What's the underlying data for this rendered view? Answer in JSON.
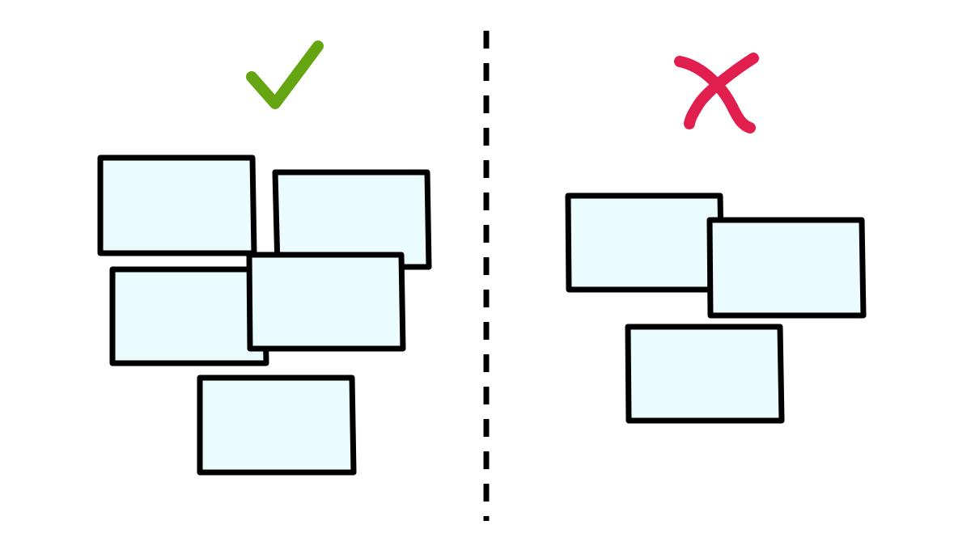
{
  "colors": {
    "background": "#ffffff",
    "box_fill": "#ebfcff",
    "box_stroke": "#000000",
    "check": "#66a512",
    "cross": "#e11f4f",
    "divider": "#000000"
  },
  "panels": [
    {
      "id": "good",
      "mark_icon": "checkmark-icon",
      "box_count": 5
    },
    {
      "id": "bad",
      "mark_icon": "cross-icon",
      "box_count": 3
    }
  ]
}
